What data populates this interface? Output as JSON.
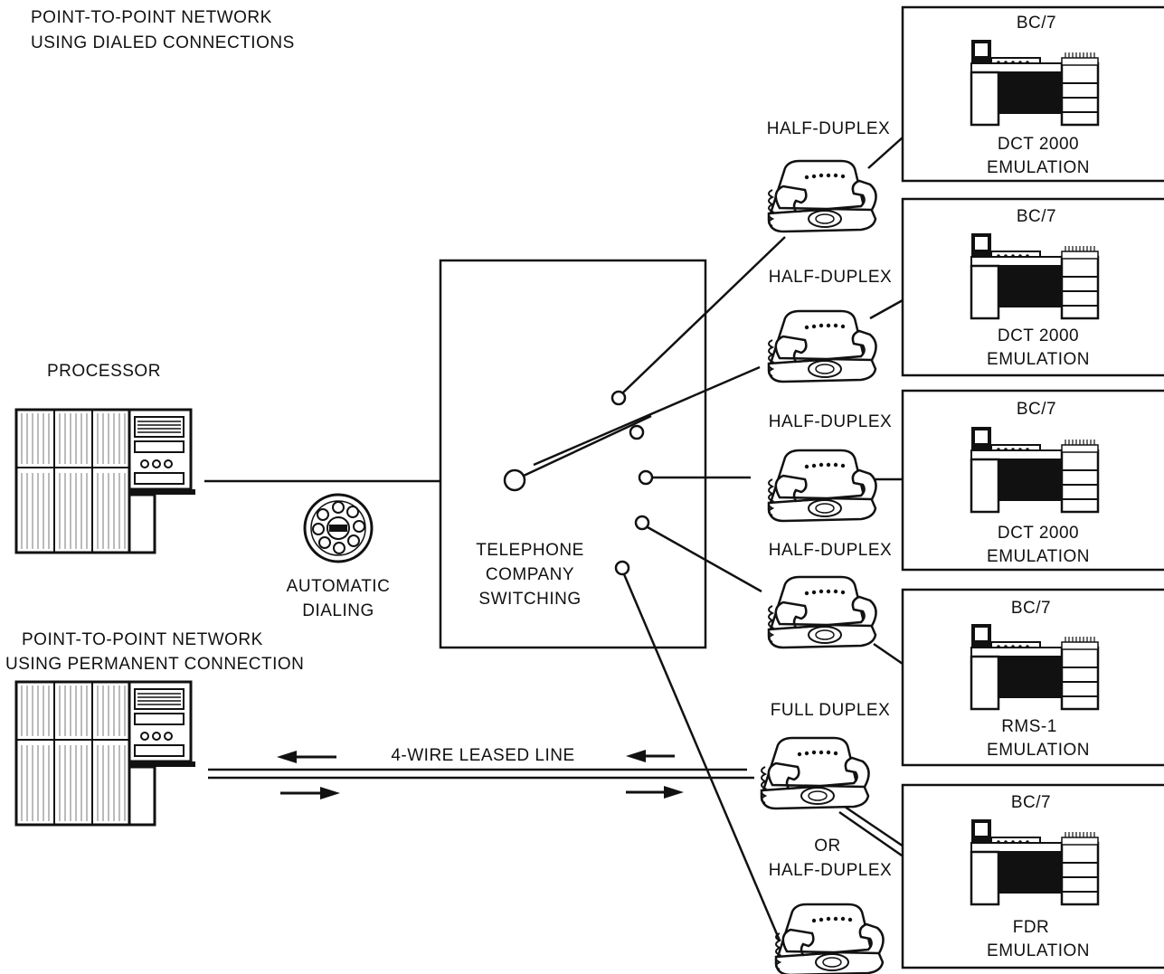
{
  "title": {
    "line1": "POINT-TO-POINT NETWORK",
    "line2": "USING DIALED CONNECTIONS"
  },
  "processor_label": "PROCESSOR",
  "dialing": {
    "line1": "AUTOMATIC",
    "line2": "DIALING"
  },
  "switching": {
    "line1": "TELEPHONE",
    "line2": "COMPANY",
    "line3": "SWITCHING"
  },
  "permanent": {
    "line1": "POINT-TO-POINT NETWORK",
    "line2": "USING PERMANENT CONNECTION"
  },
  "leased_line_label": "4-WIRE LEASED LINE",
  "or_label": "OR",
  "modems": [
    "HALF-DUPLEX",
    "HALF-DUPLEX",
    "HALF-DUPLEX",
    "HALF-DUPLEX",
    "FULL DUPLEX",
    "HALF-DUPLEX"
  ],
  "terminals": [
    {
      "name": "BC/7",
      "line1": "DCT 2000",
      "line2": "EMULATION"
    },
    {
      "name": "BC/7",
      "line1": "DCT 2000",
      "line2": "EMULATION"
    },
    {
      "name": "BC/7",
      "line1": "DCT 2000",
      "line2": "EMULATION"
    },
    {
      "name": "BC/7",
      "line1": "RMS-1",
      "line2": "EMULATION"
    },
    {
      "name": "BC/7",
      "line1": "FDR",
      "line2": "EMULATION"
    }
  ],
  "icons": {
    "processor": "mainframe-cabinet-icon",
    "dialing": "rotary-dial-icon",
    "modem": "telephone-icon",
    "terminal": "desk-computer-icon"
  }
}
